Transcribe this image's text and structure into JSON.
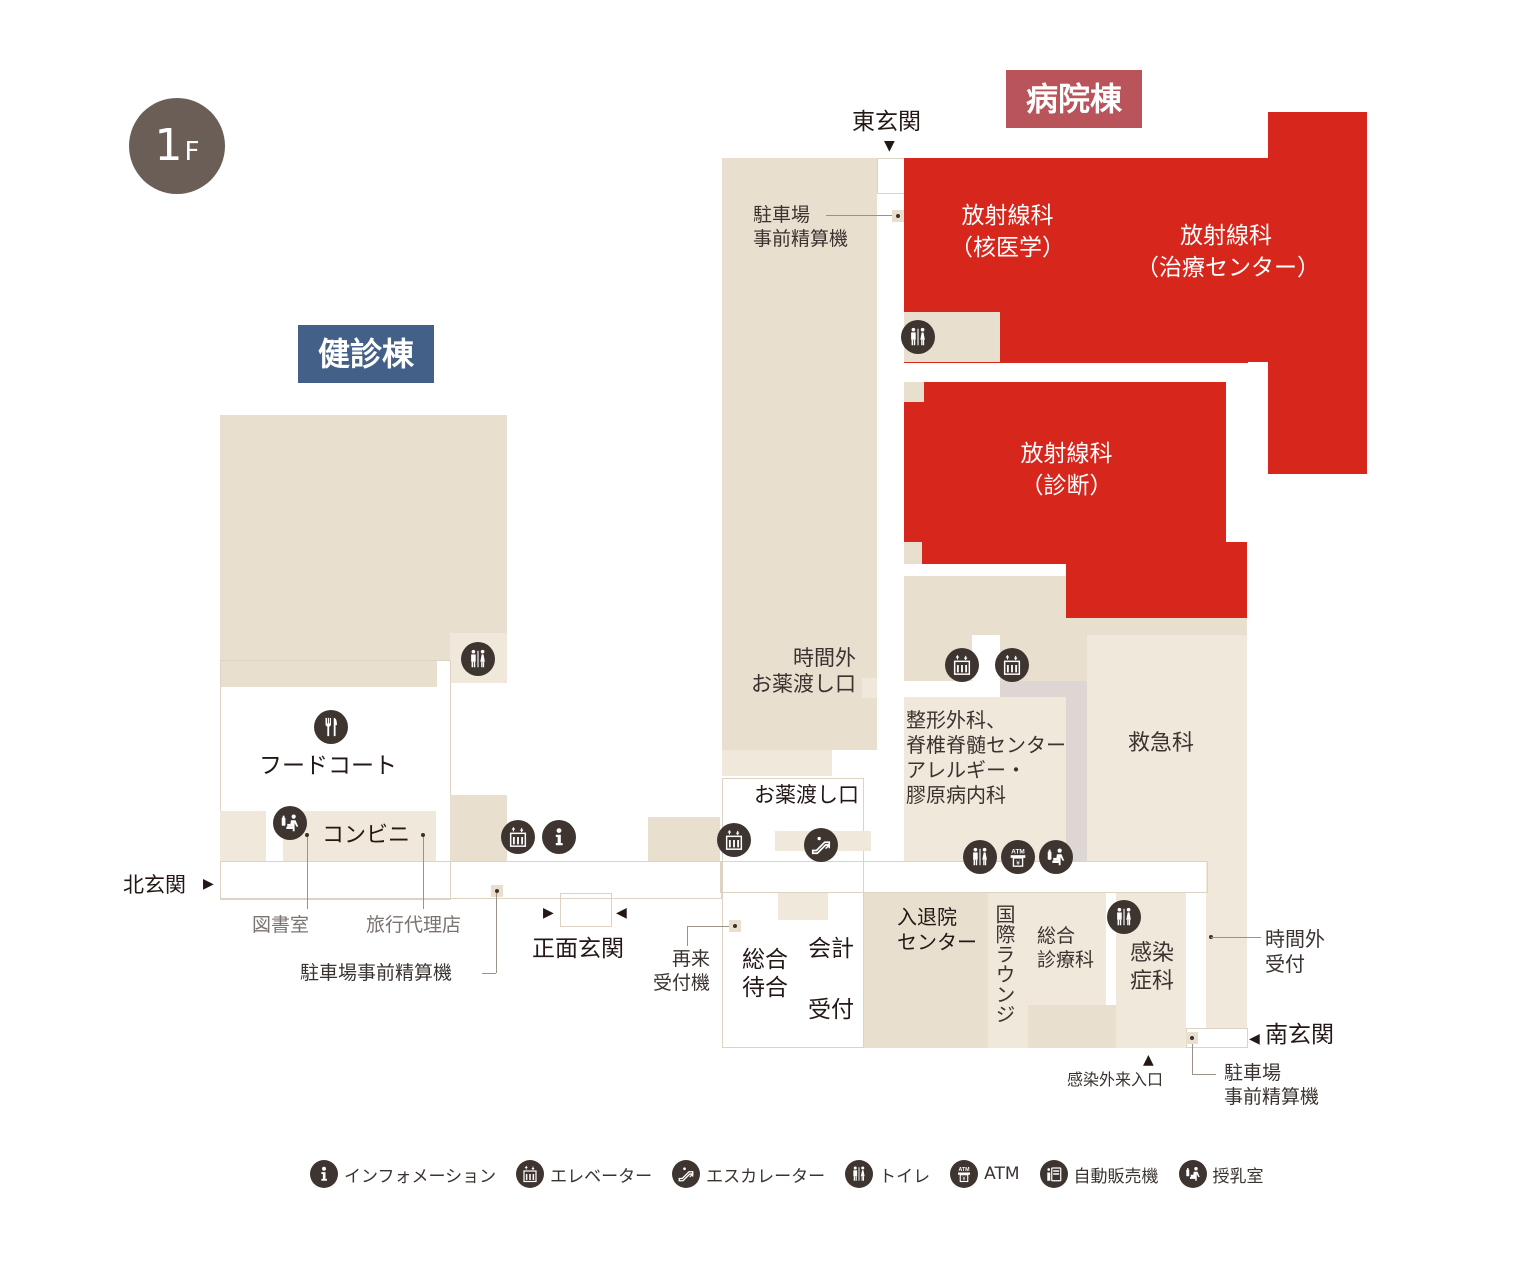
{
  "floor": {
    "number": "1",
    "unit": "F"
  },
  "buildings": {
    "hospital": {
      "label": "病院棟",
      "color": "#b9545a"
    },
    "checkup": {
      "label": "健診棟",
      "color": "#436088"
    }
  },
  "colors": {
    "radiology": "#d7271d",
    "room": "#e8dfcf",
    "room_light": "#f0e8da",
    "corridor_grey": "#ddd6d3",
    "icon_bg": "#3e3430",
    "floor_badge": "#6b5e57"
  },
  "entrances": {
    "east": "東玄関",
    "north": "北玄関",
    "main": "正面玄関",
    "south": "南玄関",
    "infection_outpatient": "感染外来入口"
  },
  "departments": {
    "radiology_nuclear": "放射線科\n（核医学）",
    "radiology_treatment": "放射線科\n（治療センター）",
    "radiology_diagnosis": "放射線科\n（診断）",
    "orthopedics": "整形外科、\n脊椎脊髄センター\nアレルギー・\n膠原病内科",
    "emergency": "救急科",
    "admission": "入退院\nセンター",
    "intl_lounge": "国際ラウンジ",
    "general_medicine": "総合\n診療科",
    "infectious": "感染\n症科",
    "after_hours_pharmacy": "時間外\nお薬渡し口",
    "pharmacy": "お薬渡し口",
    "food_court": "フードコート",
    "convenience": "コンビニ",
    "general_waiting": "総合\n待合",
    "cashier": "会計",
    "reception": "受付"
  },
  "callouts": {
    "parking_east": "駐車場\n事前精算機",
    "library": "図書室",
    "travel_agency": "旅行代理店",
    "parking_north": "駐車場事前精算機",
    "revisit_kiosk": "再来\n受付機",
    "after_hours_reception": "時間外\n受付",
    "parking_south": "駐車場\n事前精算機"
  },
  "legend": [
    {
      "icon": "info-icon",
      "label": "インフォメーション"
    },
    {
      "icon": "elevator-icon",
      "label": "エレベーター"
    },
    {
      "icon": "escalator-icon",
      "label": "エスカレーター"
    },
    {
      "icon": "restroom-icon",
      "label": "トイレ"
    },
    {
      "icon": "atm-icon",
      "label": "ATM"
    },
    {
      "icon": "vending-machine-icon",
      "label": "自動販売機"
    },
    {
      "icon": "nursing-room-icon",
      "label": "授乳室"
    }
  ]
}
